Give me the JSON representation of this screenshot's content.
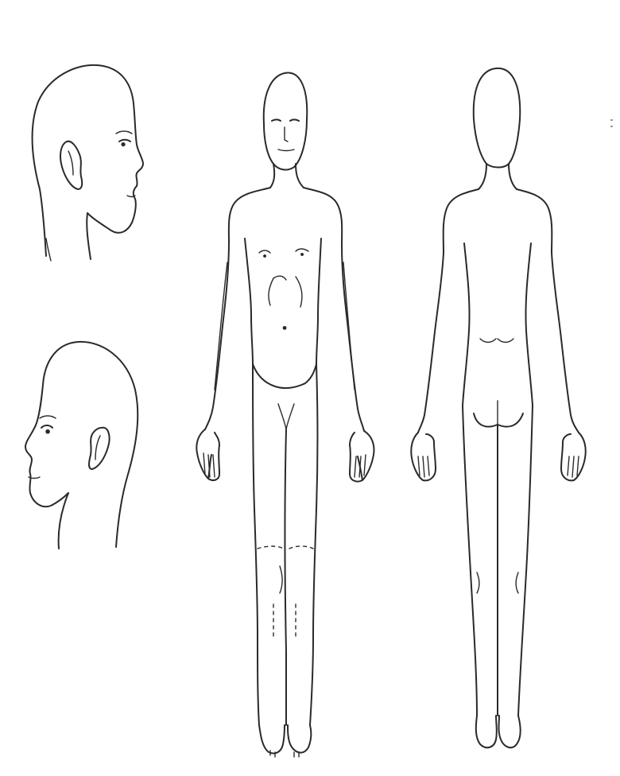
{
  "diagram": {
    "figures": [
      {
        "id": "head-right-profile",
        "icon": "head-profile-right-icon"
      },
      {
        "id": "head-left-profile",
        "icon": "head-profile-left-icon"
      },
      {
        "id": "body-front",
        "icon": "body-front-view-icon"
      },
      {
        "id": "body-back",
        "icon": "body-back-view-icon"
      }
    ],
    "ink_color": "#2a2a2a",
    "background_color": "#ffffff"
  }
}
